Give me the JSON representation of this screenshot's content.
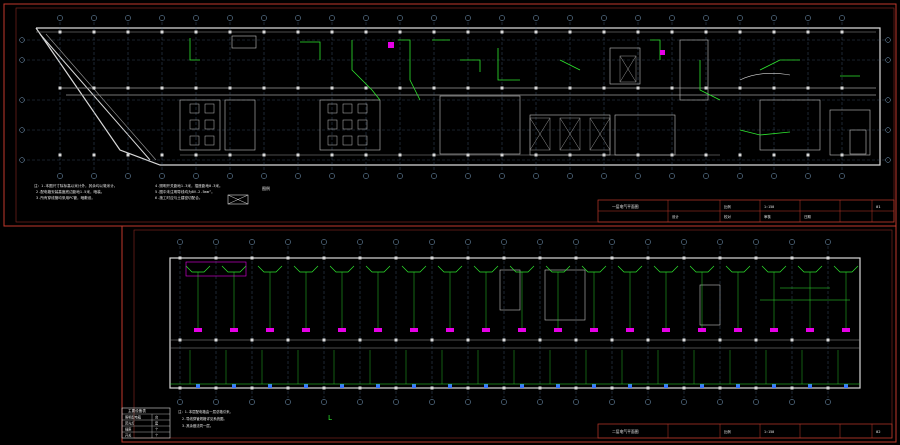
{
  "sheet_top": {
    "title_block": {
      "drawing_title": "一层电气平面图",
      "drawing_no": "01",
      "scale_label": "比例",
      "scale_value": "1:150",
      "design_label": "设计",
      "check_label": "校对",
      "approve_label": "审核",
      "date_label": "日期"
    },
    "notes": [
      "注：1.本图尺寸除标高以米计外，其余均以毫米计。",
      "2.配电箱安装高度底边距地1.5米，暗装。",
      "3.所有穿线管均采用PC管，暗敷设。",
      "4.照明开关距地1.3米，插座距地0.3米。",
      "5.图中未注明导线均为BV-2.5mm²。",
      "6.施工时应与土建密切配合。"
    ],
    "legend_label": "图例"
  },
  "sheet_bottom": {
    "title_block": {
      "drawing_title": "二层电气平面图",
      "drawing_no": "02",
      "scale_label": "比例",
      "scale_value": "1:150"
    },
    "table": {
      "title": "主要设备表",
      "rows": [
        [
          "照明配电箱",
          "台"
        ],
        [
          "荧光灯",
          "套"
        ],
        [
          "插座",
          "个"
        ],
        [
          "开关",
          "个"
        ]
      ]
    },
    "notes": [
      "注：1.本层配电箱由一层总箱引来。",
      "2.导线穿管规格详见系统图。",
      "3.其余做法同一层。"
    ],
    "north_label": "L"
  },
  "colors": {
    "background": "#000000",
    "frame": "#c0392b",
    "structure": "#d9d9d9",
    "grid": "#7fa6c9",
    "wiring": "#2ee62e",
    "accent": "#e600e6",
    "annotation": "#e8e8e8"
  }
}
